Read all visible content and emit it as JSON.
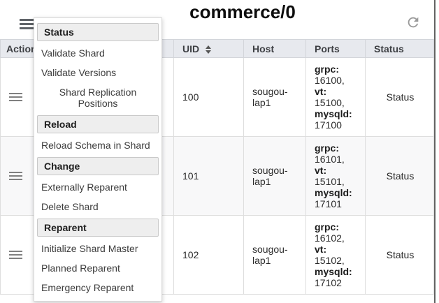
{
  "header": {
    "title": "commerce/0",
    "menu_icon": "hamburger-icon",
    "refresh_icon": "refresh-icon"
  },
  "menu": {
    "sections": [
      {
        "header": "Status",
        "items": [
          "Validate Shard",
          "Validate Versions",
          "Shard Replication Positions"
        ]
      },
      {
        "header": "Reload",
        "items": [
          "Reload Schema in Shard"
        ]
      },
      {
        "header": "Change",
        "items": [
          "Externally Reparent",
          "Delete Shard"
        ]
      },
      {
        "header": "Reparent",
        "items": [
          "Initialize Shard Master",
          "Planned Reparent",
          "Emergency Reparent"
        ]
      }
    ]
  },
  "table": {
    "columns": [
      "Actions",
      "UID",
      "Host",
      "Ports",
      "Status"
    ],
    "sort_column": "UID",
    "rows": [
      {
        "uid": "100",
        "host": "sougou-lap1",
        "ports": [
          {
            "label": "grpc",
            "value": "16100"
          },
          {
            "label": "vt",
            "value": "15100"
          },
          {
            "label": "mysqld",
            "value": "17100"
          }
        ],
        "status": "Status"
      },
      {
        "uid": "101",
        "host": "sougou-lap1",
        "ports": [
          {
            "label": "grpc",
            "value": "16101"
          },
          {
            "label": "vt",
            "value": "15101"
          },
          {
            "label": "mysqld",
            "value": "17101"
          }
        ],
        "status": "Status"
      },
      {
        "uid": "102",
        "host": "sougou-lap1",
        "ports": [
          {
            "label": "grpc",
            "value": "16102"
          },
          {
            "label": "vt",
            "value": "15102"
          },
          {
            "label": "mysqld",
            "value": "17102"
          }
        ],
        "status": "Status"
      }
    ]
  },
  "colors": {
    "table_header_bg": "#e7e9ee",
    "row_alt_bg": "#f8f8f9",
    "border": "#dedede",
    "menu_header_bg": "#eeeeee",
    "menu_header_border": "#c9c9c9",
    "icon_gray": "#808080",
    "refresh_gray": "#9a9a9a",
    "scrollbar_edge": "#636363"
  }
}
